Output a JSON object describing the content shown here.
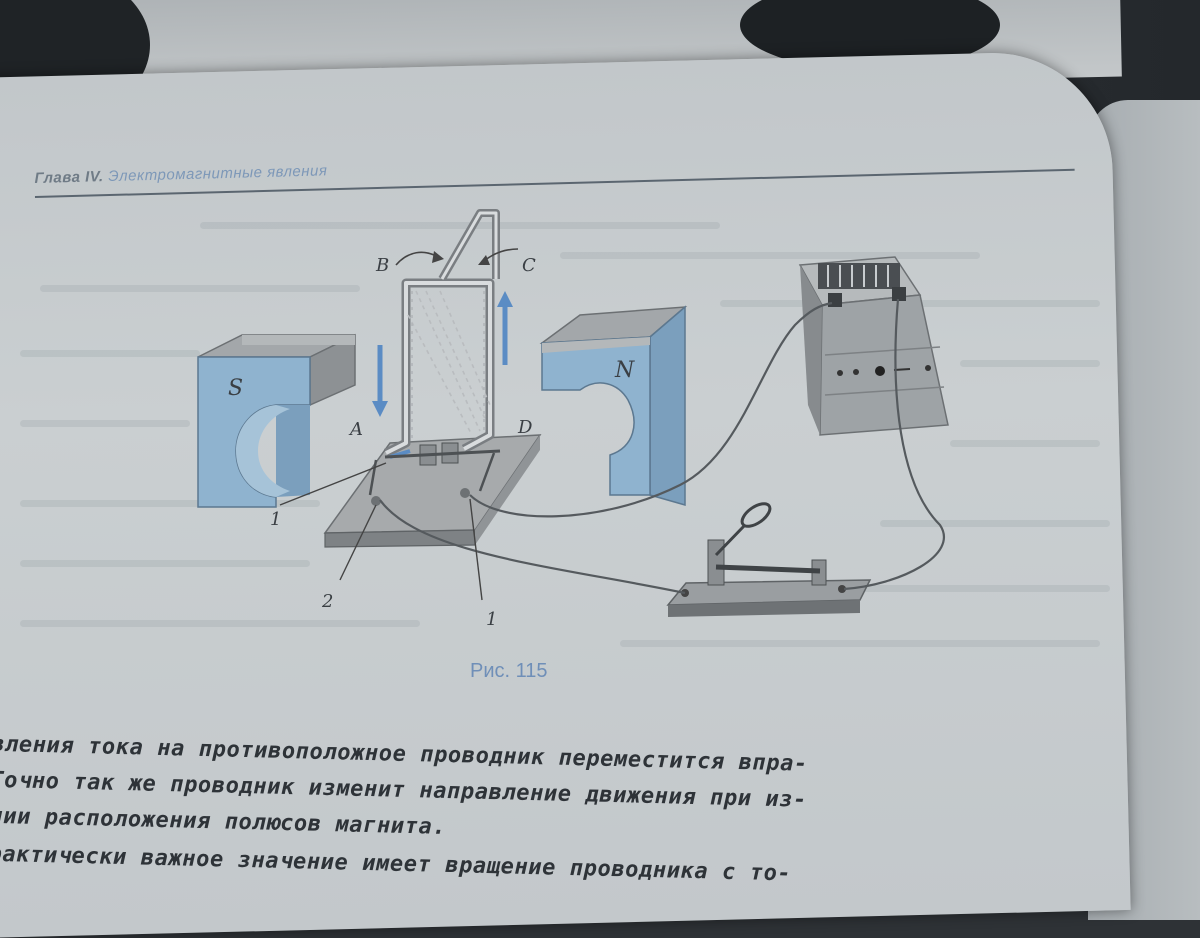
{
  "header": {
    "chapter": "Глава IV.",
    "title": "Электромагнитные явления"
  },
  "figure": {
    "labels": {
      "b": "B",
      "c": "C",
      "a": "A",
      "d": "D",
      "s": "S",
      "n": "N",
      "one_left": "1",
      "two": "2",
      "one_right": "1"
    },
    "caption": "Рис. 115",
    "colors": {
      "accent_blue": "#5b8cc4",
      "magnet": "#8fb3cf"
    }
  },
  "body": {
    "lines": [
      "вления тока на противоположное проводник переместится впра-",
      "Точно так же проводник изменит направление движения при из-",
      "нии расположения полюсов магнита.",
      "рактически важное значение имеет вращение проводника с то-"
    ]
  }
}
